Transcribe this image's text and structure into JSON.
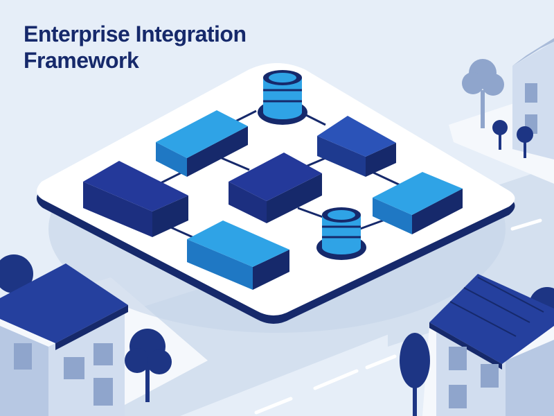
{
  "title": {
    "line1": "Enterprise Integration",
    "line2": "Framework"
  },
  "colors": {
    "background": "#e6eef8",
    "title_text": "#16296b",
    "platform_top": "#ffffff",
    "platform_edge": "#16296b",
    "platform_shadow": "#c5d4e8",
    "navy_block": "#24399a",
    "royal_block": "#2b53b8",
    "cyan_block": "#2fa3e6",
    "connector": "#16296b",
    "ground_plate": "#f5f8fc",
    "road": "#d4e0ef",
    "road_dash": "#ffffff",
    "house_wall": "#d1ddef",
    "house_roof": "#25409e",
    "tree_dark": "#1d3584",
    "tree_light": "#8fa5cc"
  },
  "diagram": {
    "platform": "integration-platform",
    "blocks": [
      {
        "id": "block-top-left",
        "tone": "cyan"
      },
      {
        "id": "block-top-right",
        "tone": "royal"
      },
      {
        "id": "block-left",
        "tone": "navy"
      },
      {
        "id": "block-center",
        "tone": "navy"
      },
      {
        "id": "block-right",
        "tone": "cyan"
      },
      {
        "id": "block-bottom",
        "tone": "cyan"
      }
    ],
    "databases": [
      "database-top",
      "database-bottom-right"
    ]
  },
  "scene": {
    "houses": [
      "house-bottom-left",
      "house-bottom-right",
      "building-top-right"
    ],
    "trees": [
      "tree-bottom-left",
      "tree-bottom-right",
      "tree-top-right-large",
      "tree-top-right-small-a",
      "tree-top-right-small-b"
    ]
  }
}
